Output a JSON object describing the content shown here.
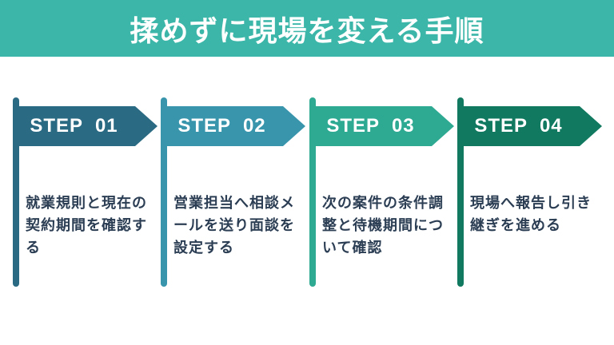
{
  "header": {
    "title": "揉めずに現場を変える手順",
    "background": "#3cb6a8",
    "text_color": "#ffffff"
  },
  "steps": [
    {
      "label": "STEP  01",
      "description": "就業規則と現在の契約期間を確認する",
      "color": "#2a6a82"
    },
    {
      "label": "STEP  02",
      "description": "営業担当へ相談メールを送り面談を設定する",
      "color": "#3895ac"
    },
    {
      "label": "STEP  03",
      "description": "次の案件の条件調整と待機期間について確認",
      "color": "#2faa92"
    },
    {
      "label": "STEP  04",
      "description": "現場へ報告し引き継ぎを進める",
      "color": "#10795f"
    }
  ],
  "colors": {
    "page_background": "#ffffff",
    "body_text": "#2c3e54"
  }
}
